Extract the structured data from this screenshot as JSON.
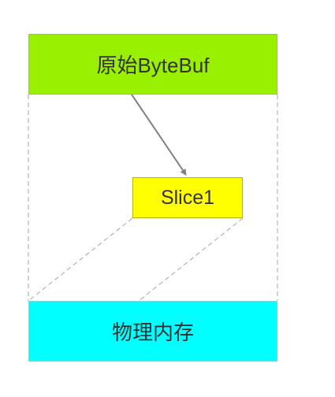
{
  "diagram": {
    "original_buffer": {
      "label": "原始ByteBuf",
      "fill": "#99f000"
    },
    "slice": {
      "label": "Slice1",
      "fill": "#ffff00"
    },
    "physical_memory": {
      "label": "物理内存",
      "fill": "#00ffff"
    },
    "arrow_color": "#7f7f7f",
    "dashed_line_color": "#a6a6a6"
  }
}
